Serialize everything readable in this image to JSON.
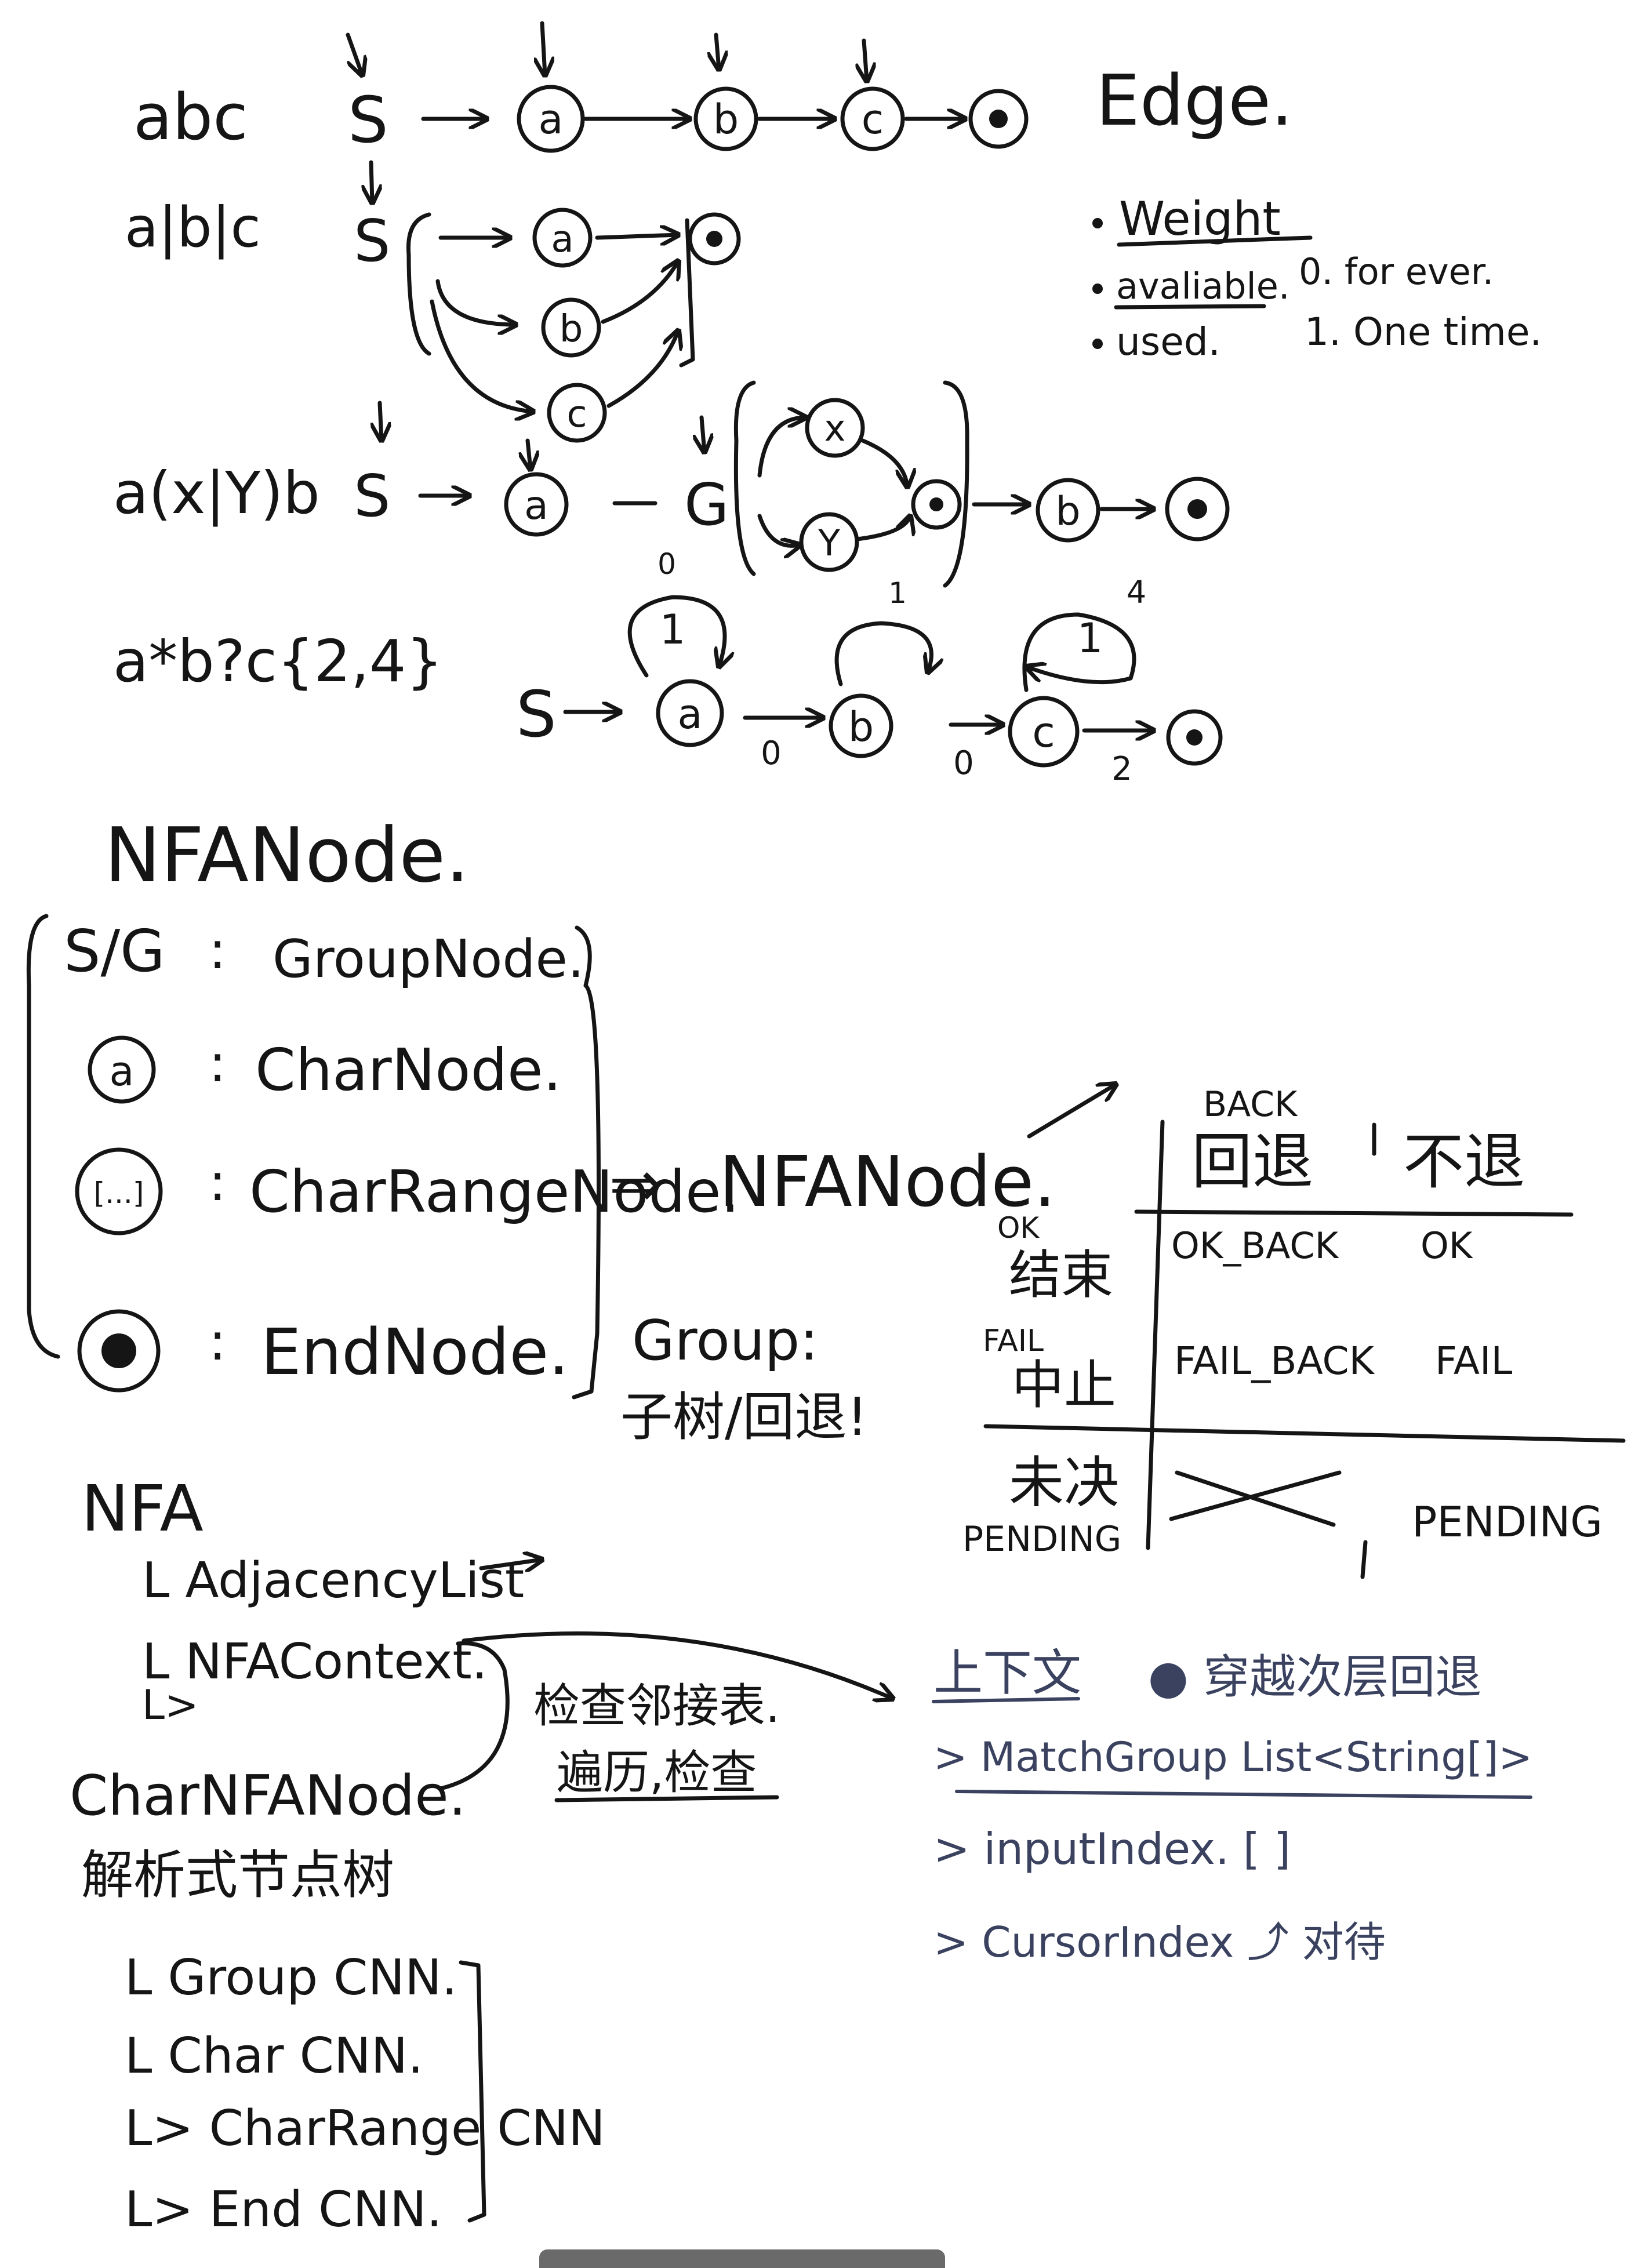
{
  "regex_examples": {
    "row1": {
      "regex": "abc",
      "nodes": {
        "s": "S",
        "a": "a",
        "b": "b",
        "c": "c"
      }
    },
    "row2": {
      "regex": "a|b|c",
      "nodes": {
        "s": "S",
        "a": "a",
        "b": "b",
        "c": "c"
      }
    },
    "row3": {
      "regex": "a(x|Y)b",
      "nodes": {
        "s": "S",
        "a": "a",
        "g": "G",
        "x": "x",
        "y": "Y",
        "b": "b"
      }
    },
    "row4": {
      "regex": "a*b?c{2,4}",
      "nodes": {
        "s": "S",
        "a": "a",
        "b": "b",
        "c": "c"
      },
      "loop_labels": {
        "a_top": "0",
        "a_loop": "1",
        "b_top": "1",
        "c_loop": "1",
        "c_top": "4"
      },
      "edge_labels": {
        "a_b": "0",
        "b_c": "0",
        "c_end": "2"
      }
    }
  },
  "edge_box": {
    "title": "Edge.",
    "items": [
      {
        "label": "Weight"
      },
      {
        "label": "avaliable.",
        "note": "0. for ever."
      },
      {
        "label": "used.",
        "note": "1. One time."
      }
    ]
  },
  "nfa_node": {
    "title": "NFANode.",
    "rows": [
      {
        "symbol": "S/G",
        "desc": "GroupNode."
      },
      {
        "symbol": "a",
        "desc": "CharNode."
      },
      {
        "symbol": "[...]",
        "desc": "CharRangeNode."
      },
      {
        "symbol": "",
        "desc": "EndNode."
      }
    ],
    "result": "NFANode.",
    "group_note": [
      "Group:",
      "子树/回退!"
    ]
  },
  "status_table": {
    "header": {
      "back_en": "BACK",
      "back_zh": "回退",
      "noback_zh": "不退"
    },
    "rows": [
      {
        "en": "OK",
        "zh": "结束",
        "back": "OK_BACK",
        "noback": "OK"
      },
      {
        "en": "FAIL",
        "zh": "中止",
        "back": "FAIL_BACK",
        "noback": "FAIL"
      },
      {
        "en": "PENDING",
        "zh": "未决",
        "back": "",
        "noback": "PENDING"
      }
    ]
  },
  "nfa": {
    "title": "NFA",
    "children": [
      "L AdjacencyList",
      "L NFAContext.",
      "L>"
    ]
  },
  "lookup_note": [
    "检查邻接表.",
    "遍历,检查"
  ],
  "context_note": {
    "heading": "上下文",
    "heading_detail": "● 穿越次层回退",
    "items": [
      "> MatchGroup List<String[]>",
      "> inputIndex. [ ]",
      "> CursorIndex ⤴ 对待"
    ]
  },
  "char_nfa_node": {
    "title": "CharNFANode.",
    "subtitle": "解析式节点树",
    "children": [
      "L Group CNN.",
      "L Char CNN.",
      "L> CharRange CNN",
      "L> End CNN."
    ]
  },
  "colors": {
    "ink": "#151515",
    "marker_blue": "#3a4260",
    "board": "#ffffff"
  }
}
